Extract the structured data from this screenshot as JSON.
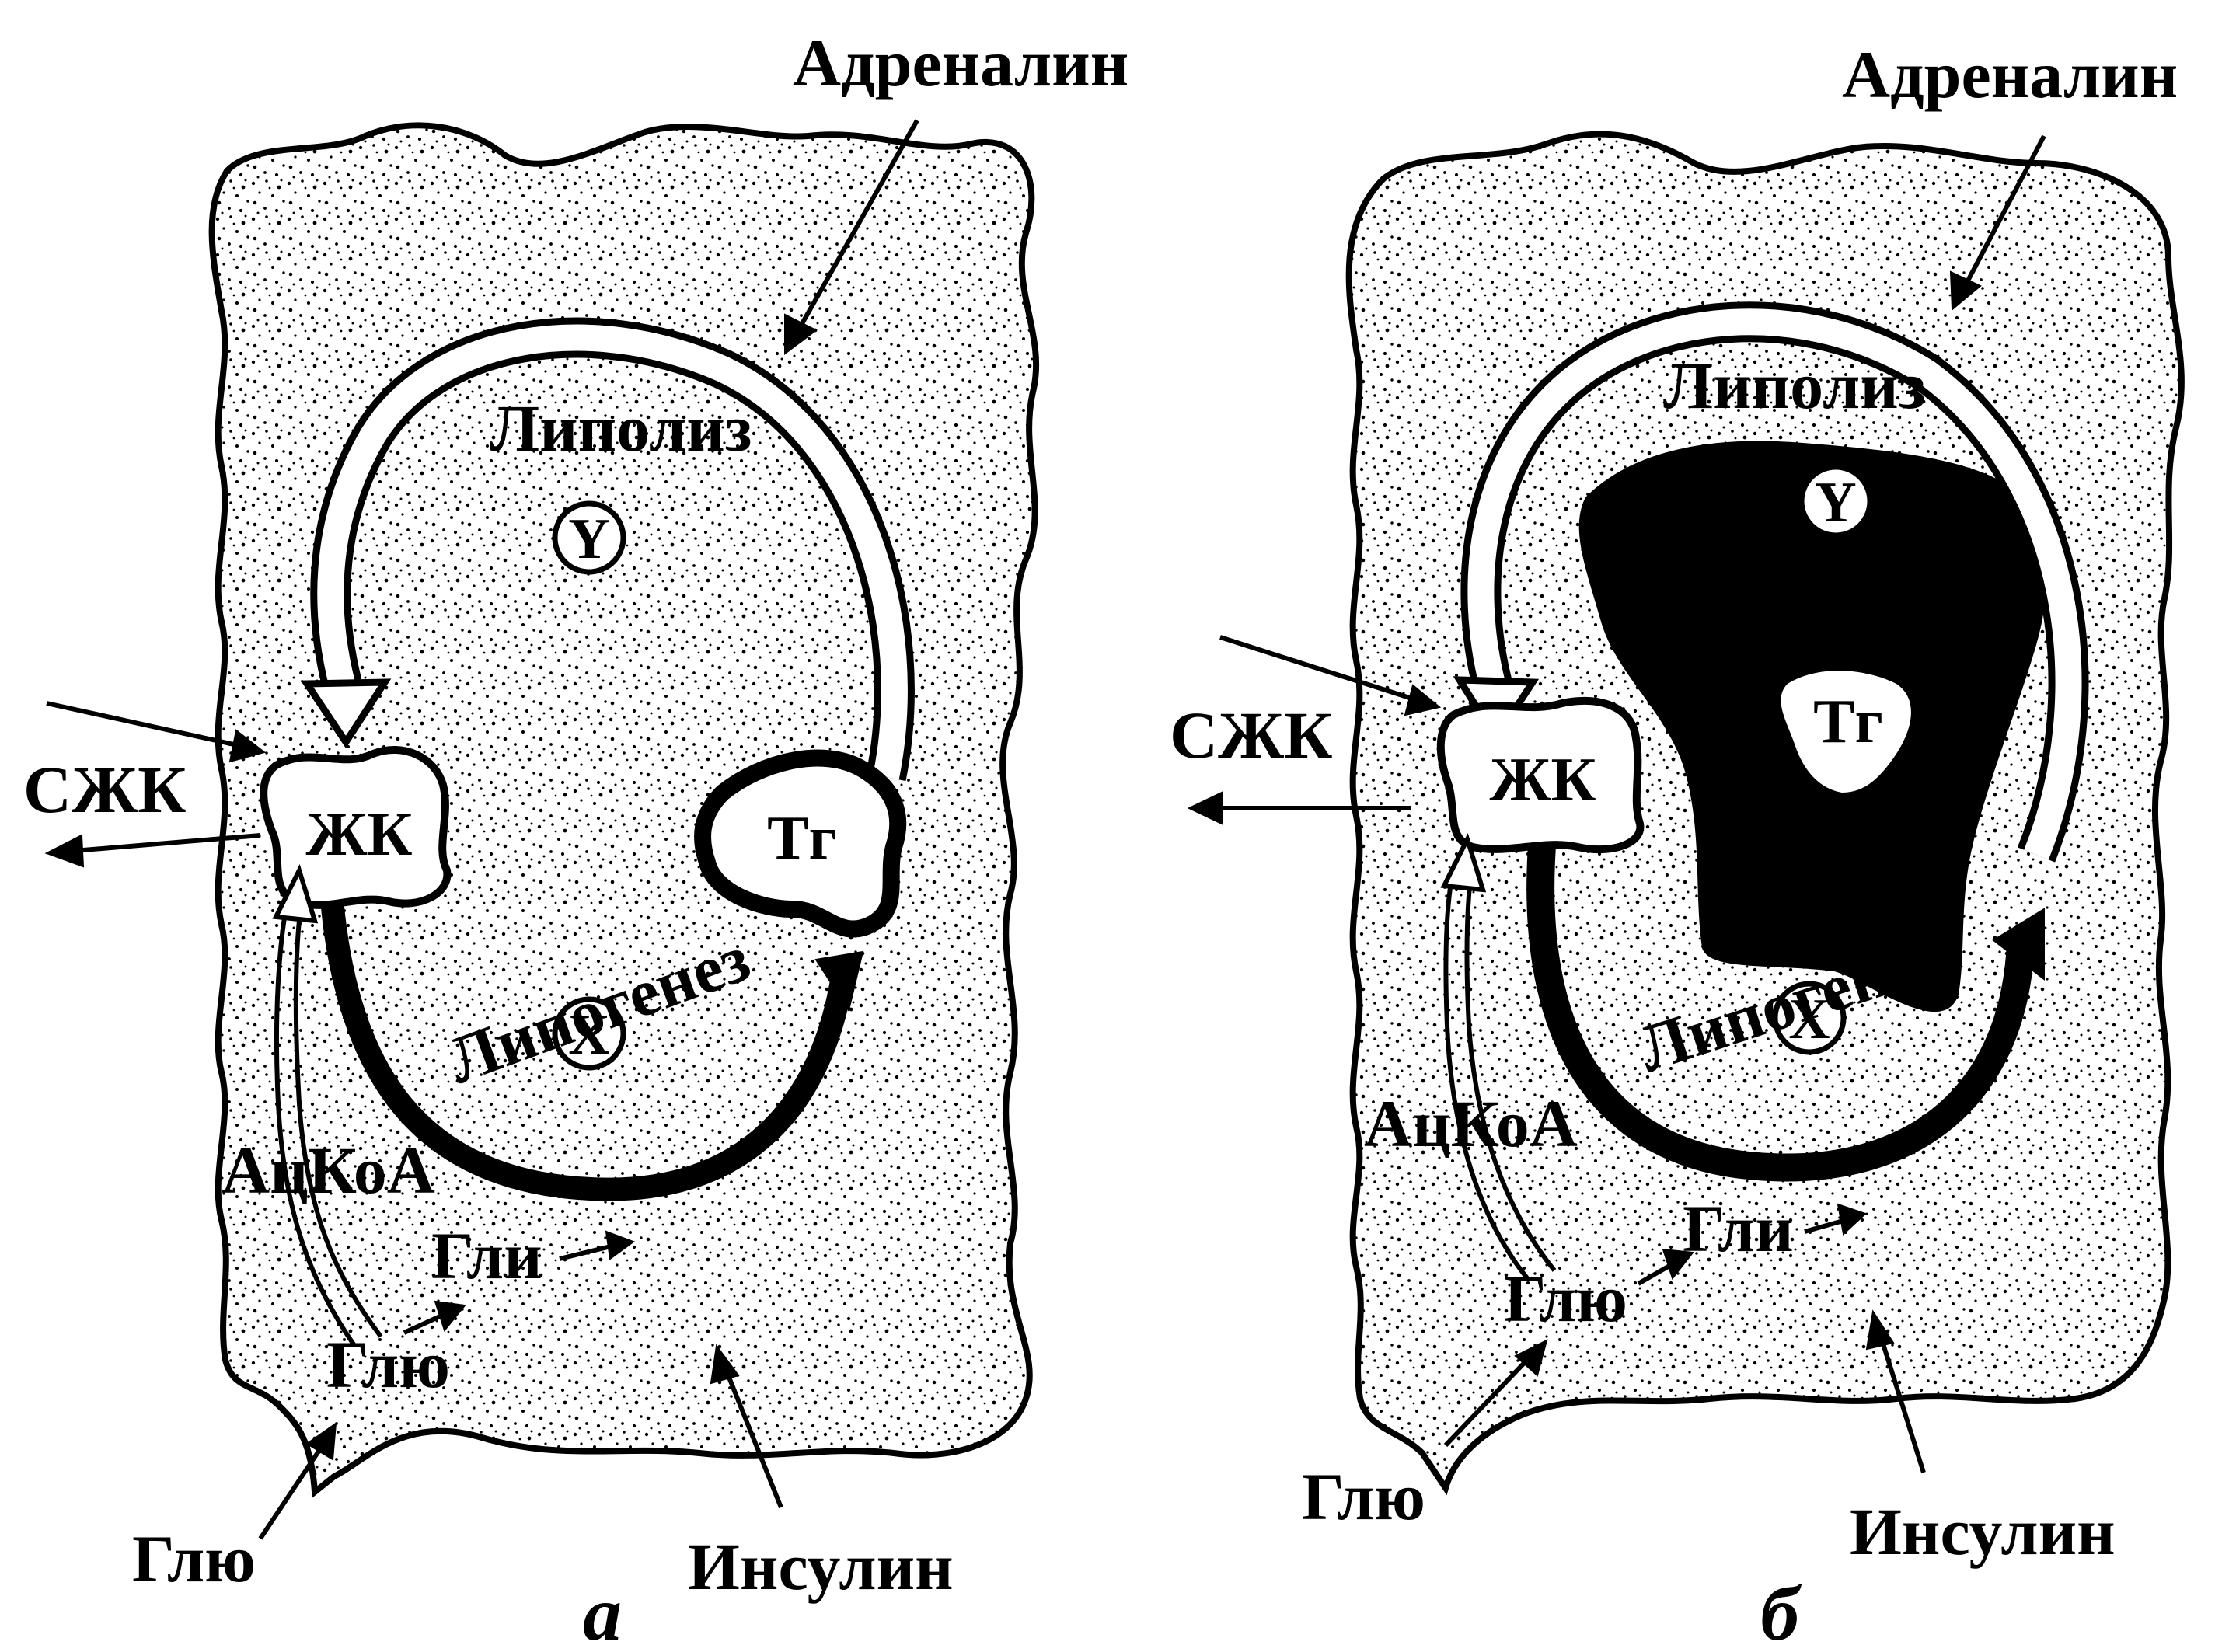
{
  "panels": [
    {
      "id": "a",
      "caption": "а",
      "adrenaline": "Адреналин",
      "lipolysis": "Липолиз",
      "lipogenesis": "Липогенез",
      "y_node": "Y",
      "x_node": "X",
      "tg_node": "Тг",
      "fa_node": "ЖК",
      "ffa": "СЖК",
      "acyl_coa": "АцКоА",
      "glycerol": "Гли",
      "glucose_inside": "Глю",
      "glucose_outside": "Глю",
      "insulin": "Инсулин"
    },
    {
      "id": "b",
      "caption": "б",
      "adrenaline": "Адреналин",
      "lipolysis": "Липолиз",
      "lipogenesis": "Липогенез",
      "y_node": "Y",
      "x_node": "X",
      "tg_node": "Тг",
      "fa_node": "ЖК",
      "ffa": "СЖК",
      "acyl_coa": "АцКоА",
      "glycerol": "Гли",
      "glucose_inside": "Глю",
      "glucose_outside": "Глю",
      "insulin": "Инсулин"
    }
  ],
  "colors": {
    "ink": "#000000",
    "paper": "#ffffff",
    "stipple": "#000000"
  }
}
